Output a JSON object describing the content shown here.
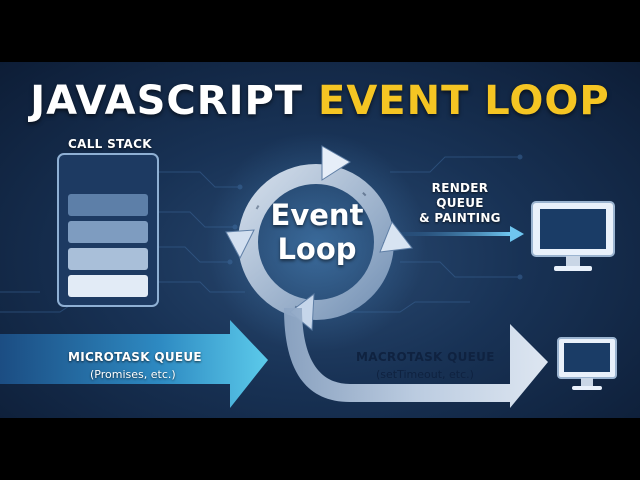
{
  "title": {
    "part1": "JAVASCRIPT",
    "part2": "EVENT LOOP"
  },
  "call_stack": {
    "label": "CALL STACK",
    "item_count": 4
  },
  "event_loop": {
    "line1": "Event",
    "line2": "Loop"
  },
  "render_queue": {
    "line1": "RENDER QUEUE",
    "line2": "& PAINTING",
    "icon": "monitor-icon"
  },
  "microtask_queue": {
    "label": "MICROTASK QUEUE",
    "sub": "(Promises, etc.)"
  },
  "macrotask_queue": {
    "label": "MACROTASK QUEUE",
    "sub": "(setTimeout, etc.)",
    "icon": "monitor-icon"
  },
  "colors": {
    "accent": "#f5c523",
    "background": "#183255",
    "microtask_arrow": "#4fb8e0",
    "loop_arrow": "#c9d8ea"
  }
}
